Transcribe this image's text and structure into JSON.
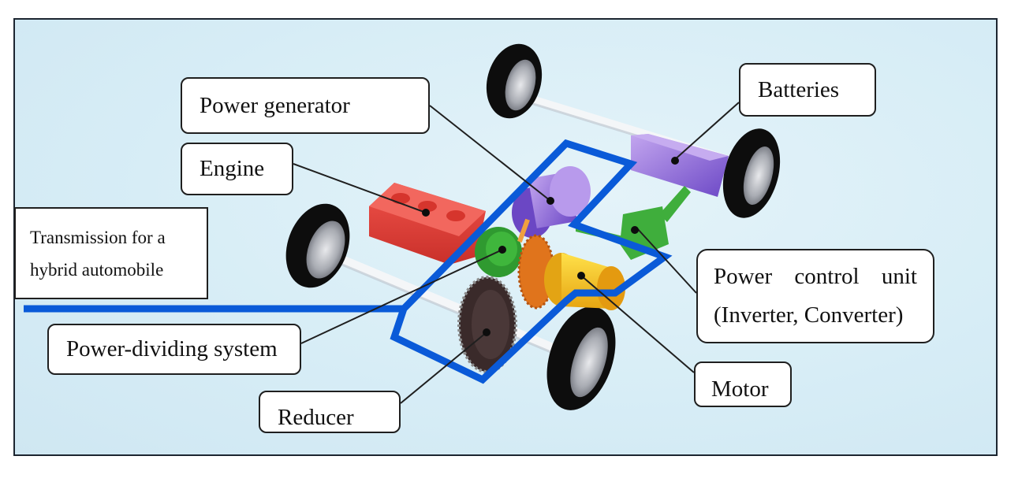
{
  "diagram": {
    "title": "Transmission for a hybrid automobile",
    "title_lines": [
      "Transmission for a",
      "hybrid automobile"
    ],
    "labels": {
      "power_generator": "Power generator",
      "engine": "Engine",
      "batteries": "Batteries",
      "power_dividing_system": "Power-dividing system",
      "reducer": "Reducer",
      "power_control_unit": {
        "line1_words": [
          "Power",
          "control",
          "unit"
        ],
        "line2": "(Inverter, Converter)"
      },
      "motor": "Motor"
    },
    "colors": {
      "background": "#d7edf6",
      "transmission_outline": "#0a5ad8",
      "engine": "#e8413a",
      "power_generator": "#9a7ad8",
      "batteries": "#a98ae0",
      "power_control_unit": "#3fae3c",
      "power_dividing_gear": "#2f9a30",
      "motor": "#f5c51a",
      "reducer_gear": "#3a2a2a",
      "orange_gear": "#e0741c",
      "tire": "#0d0d0d",
      "wheel_hub": "#b9bcc2"
    }
  }
}
